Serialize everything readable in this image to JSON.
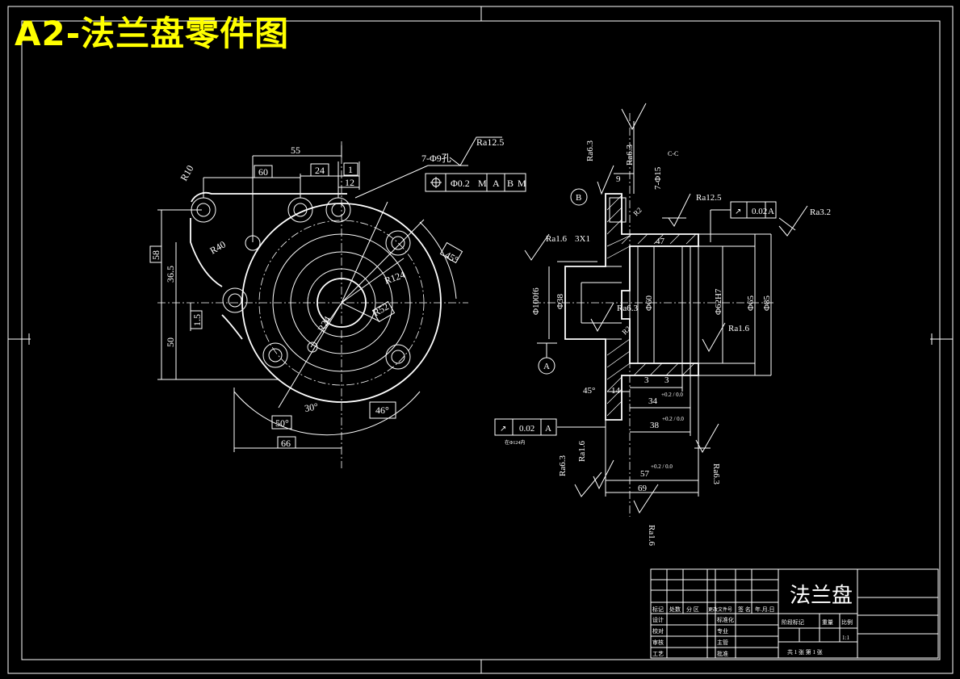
{
  "title": "A2-法兰盘零件图",
  "section_label": "C-C",
  "dims_left": {
    "d55": "55",
    "d60": "60",
    "d24": "24",
    "d1": "1",
    "d12": "12",
    "r10": "R10",
    "r40": "R40",
    "d58": "58",
    "d36_5": "36.5",
    "d1_5": "1.5",
    "d50": "50",
    "r124": "R124",
    "r24": "R24",
    "r52": "R52",
    "a45": "45°",
    "a30": "30°",
    "a46": "46°",
    "a50": "50°",
    "d66": "66",
    "holes": "7-Φ9孔",
    "ra_holes": "Ra12.5",
    "pos_tol": "Φ0.2",
    "pos_m": "M",
    "pos_a": "A",
    "pos_b": "B",
    "pos_m2": "M"
  },
  "dims_right": {
    "ra63_a": "Ra6.3",
    "ra63_b": "Ra6.3",
    "d9": "9",
    "d7_15": "7-Φ15",
    "datum_b": "B",
    "r2": "R2",
    "ra125": "Ra12.5",
    "runout": "0.02",
    "runout_datum": "A",
    "ra32": "Ra3.2",
    "ra16_a": "Ra1.6",
    "c3x1": "3X1",
    "d47": "47",
    "d100": "Φ100f6",
    "d38": "Φ38",
    "d60": "Φ60",
    "ra63_c": "Ra6.3",
    "d62": "Φ62H7",
    "d65": "Φ65",
    "d85": "Φ85",
    "ra16_b": "Ra1.6",
    "datum_a": "A",
    "r2b": "R2",
    "d3a": "3",
    "d3b": "3",
    "c45": "45°",
    "d14": "14",
    "d34": "34",
    "d34_tol": "+0.2 / 0.0",
    "d38b": "38",
    "d38_tol": "+0.2 / 0.0",
    "runout2": "0.02",
    "runout2_datum": "A",
    "runout2_note": "在Φ124内",
    "ra63_d": "Ra6.3",
    "ra16_c": "Ra1.6",
    "d57": "57",
    "d57_tol": "+0.2 / 0.0",
    "d69": "69",
    "ra63_e": "Ra6.3",
    "ra16_d": "Ra1.6"
  },
  "title_block": {
    "part_name": "法兰盘",
    "col_labels": [
      "标记",
      "处数",
      "分 区",
      "更改文件号",
      "签 名",
      "年.月.日"
    ],
    "row_labels": [
      "设计",
      "标准化",
      "校对",
      "审核",
      "工艺",
      "批准"
    ],
    "stage_labels": [
      "阶段标记",
      "重量",
      "比例"
    ],
    "scale": "1:1",
    "sheet_info": "共 1 张  第 1 张",
    "extra_labels": [
      "专业",
      "主管"
    ]
  }
}
